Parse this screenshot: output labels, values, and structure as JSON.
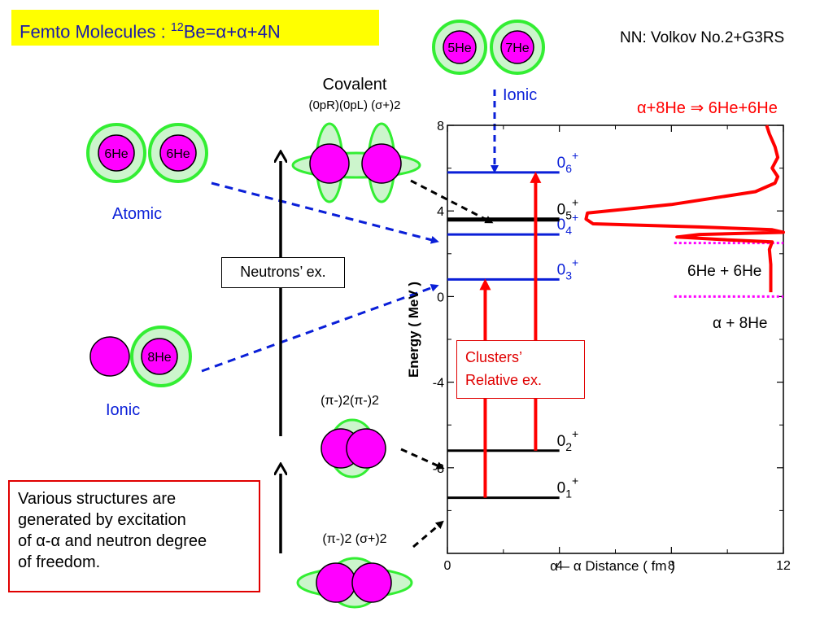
{
  "title": {
    "prefix": "Femto Molecules : ",
    "sup": "12",
    "rest": "Be=α+α+4N"
  },
  "interaction": "NN: Volkov No.2+G3RS",
  "structures": {
    "atomic": "Atomic",
    "ionic_left": "Ionic",
    "ionic_top": "Ionic",
    "covalent": "Covalent",
    "covalent_config": "(0pR)(0pL) (σ+)2",
    "pi_pi_config": "(π-)2(π-)2",
    "pi_sigma_config": "(π-)2 (σ+)2"
  },
  "nuclei": {
    "he5": "5He",
    "he7": "7He",
    "he6": "6He",
    "he8": "8He"
  },
  "boxes": {
    "neutrons": "Neutrons’ ex.",
    "clusters_line1": "Clusters’",
    "clusters_line2": "Relative ex.",
    "various_line1": "Various structures are",
    "various_line2": "generated by excitation",
    "various_line3": "of α-α and neutron degree",
    "various_line4": "of freedom."
  },
  "thresholds": {
    "he6he6": "6He + 6He",
    "alpha_he8": "α + 8He"
  },
  "reaction_label": "α+8He ⇒ 6He+6He",
  "colors": {
    "blue": "#0a1fd8",
    "red": "#ff0000",
    "magenta": "#ff00ff",
    "green": "#33ee33",
    "lightgreen": "#ccf5cc"
  },
  "chart_data": {
    "type": "line",
    "xlabel": "α – α Distance ( fm )",
    "ylabel": "Energy ( MeV )",
    "xlim": [
      0,
      12
    ],
    "ylim": [
      -12,
      8
    ],
    "xticks": [
      0,
      4,
      8,
      12
    ],
    "yticks": [
      8,
      4,
      0,
      -4,
      -8
    ],
    "levels": [
      {
        "label": "0",
        "sub": "1",
        "sup": "+",
        "energy": -9.4,
        "x_end": 4.0,
        "color": "black"
      },
      {
        "label": "0",
        "sub": "2",
        "sup": "+",
        "energy": -7.2,
        "x_end": 4.0,
        "color": "black"
      },
      {
        "label": "0",
        "sub": "3",
        "sup": "+",
        "energy": 0.8,
        "x_end": 4.0,
        "color": "blue"
      },
      {
        "label": "0",
        "sub": "4",
        "sup": "+",
        "energy": 2.9,
        "x_end": 4.0,
        "color": "blue"
      },
      {
        "label": "0",
        "sub": "5",
        "sup": "+",
        "energy": 3.6,
        "x_end": 4.0,
        "color": "black"
      },
      {
        "label": "0",
        "sub": "6",
        "sup": "+",
        "energy": 5.8,
        "x_end": 4.0,
        "color": "blue"
      }
    ],
    "thresholds": [
      {
        "energy": 2.5,
        "x_start": 8.1,
        "x_end": 12
      },
      {
        "energy": 0.0,
        "x_start": 8.1,
        "x_end": 12
      }
    ],
    "transitions": [
      {
        "x": 1.35,
        "from": -9.4,
        "to": 0.8
      },
      {
        "x": 3.15,
        "from": -7.2,
        "to": 5.8
      }
    ],
    "cross_section": [
      [
        11.4,
        8.0
      ],
      [
        11.5,
        7.6
      ],
      [
        11.7,
        7.0
      ],
      [
        11.8,
        6.5
      ],
      [
        11.6,
        6.0
      ],
      [
        11.8,
        5.6
      ],
      [
        11.7,
        5.3
      ],
      [
        11.0,
        4.9
      ],
      [
        8.0,
        4.3
      ],
      [
        5.0,
        3.9
      ],
      [
        4.95,
        3.62
      ],
      [
        5.2,
        3.4
      ],
      [
        9.0,
        3.25
      ],
      [
        11.6,
        3.12
      ],
      [
        12.0,
        3.0
      ],
      [
        9.0,
        2.9
      ],
      [
        8.2,
        2.78
      ],
      [
        10.0,
        2.65
      ],
      [
        11.6,
        2.55
      ],
      [
        11.5,
        2.2
      ],
      [
        11.55,
        1.5
      ],
      [
        11.55,
        0.5
      ],
      [
        11.55,
        0.2
      ]
    ]
  }
}
